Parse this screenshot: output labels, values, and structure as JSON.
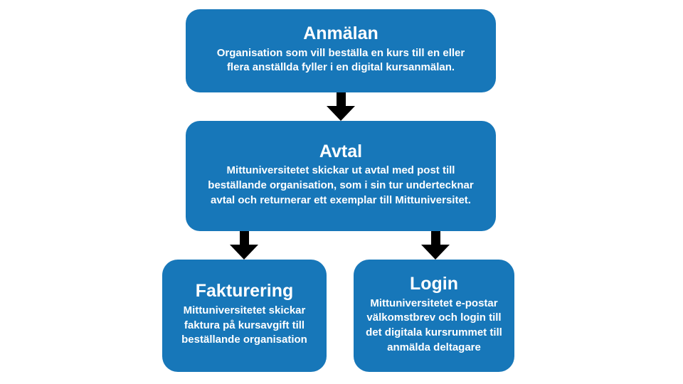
{
  "diagram": {
    "type": "flowchart",
    "direction": "top-down",
    "colors": {
      "node_fill": "#1777b9",
      "node_text": "#ffffff",
      "arrow": "#000000",
      "background": "#ffffff"
    },
    "nodes": [
      {
        "id": "anmalan",
        "title": "Anmälan",
        "body": "Organisation som vill beställa en kurs till en eller flera anställda fyller i en digital kursanmälan."
      },
      {
        "id": "avtal",
        "title": "Avtal",
        "body": "Mittuniversitetet skickar ut avtal med post till beställande organisation, som i sin tur undertecknar avtal och returnerar ett exemplar till Mittuniversitet."
      },
      {
        "id": "fakturering",
        "title": "Fakturering",
        "body": "Mittuniversitetet skickar faktura på kursavgift till beställande organisation"
      },
      {
        "id": "login",
        "title": "Login",
        "body": "Mittuniversitetet e-postar välkomstbrev och login till det digitala kursrummet till anmälda deltagare"
      }
    ],
    "edges": [
      {
        "from": "anmalan",
        "to": "avtal"
      },
      {
        "from": "avtal",
        "to": "fakturering"
      },
      {
        "from": "avtal",
        "to": "login"
      }
    ]
  }
}
